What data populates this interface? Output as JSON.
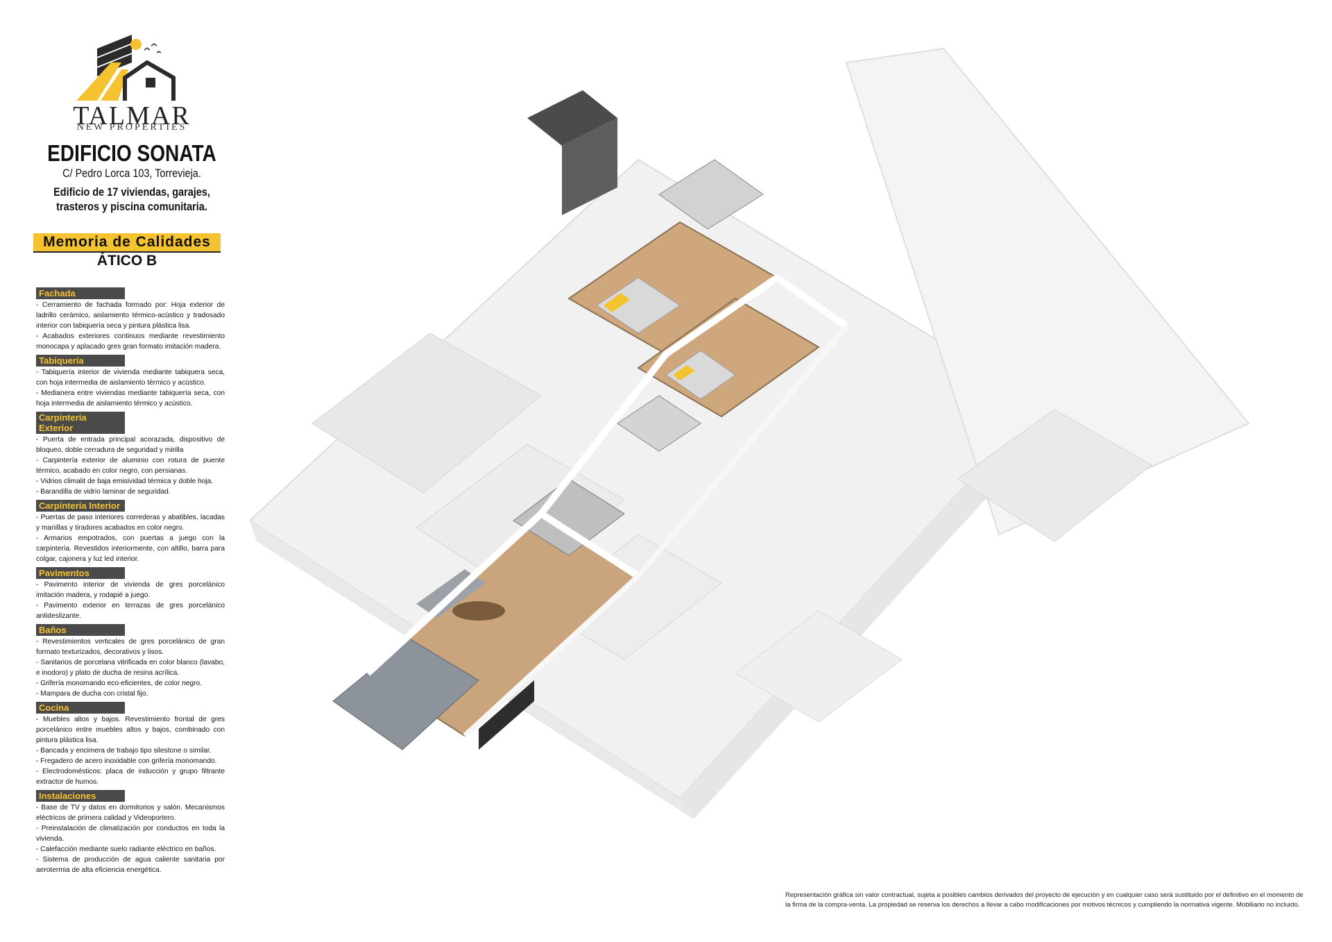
{
  "brand": {
    "name": "TALMAR",
    "subtitle": "NEW PROPERTIES"
  },
  "building": {
    "title": "EDIFICIO SONATA",
    "address": "C/ Pedro Lorca 103, Torrevieja.",
    "description_line1": "Edificio de 17 viviendas, garajes,",
    "description_line2": "trasteros y piscina comunitaria."
  },
  "banner": {
    "title": "Memoria de Calidades",
    "unit": "ÁTICO B"
  },
  "sections": [
    {
      "title": "Fachada",
      "items": [
        "- Cerramiento de fachada formado por: Hoja exterior de ladrillo cerámico, aislamiento térmico-acústico y tradosado interior con tabiquería seca y pintura plástica lisa.",
        "- Acabados exteriores continuos mediante revestimiento monocapa y aplacado gres gran formato imitación madera."
      ]
    },
    {
      "title": "Tabiquería",
      "items": [
        "- Tabiquería interior de vivienda mediante tabiquera seca, con hoja intermedia de aislamiento térmico y acústico.",
        "- Medianera entre viviendas mediante tabiquería seca, con hoja intermedia de aislamiento térmico y acústico."
      ]
    },
    {
      "title": "Carpintería Exterior",
      "items": [
        "- Puerta de entrada principal acorazada, dispositivo de bloqueo, doble cerradura de seguridad y mirilla",
        "- Carpintería exterior de aluminio con rotura de puente térmico, acabado en color negro, con persianas.",
        "- Vidrios climalit de baja emisividad térmica y doble hoja.",
        "- Barandilla de vidrio laminar de seguridad."
      ]
    },
    {
      "title": "Carpintería Interior",
      "items": [
        "- Puertas de paso interiores correderas y abatibles, lacadas y manillas y tiradores acabados en color negro.",
        "- Armarios empotrados, con puertas a juego con la carpintería. Revestidos interiormente, con altillo, barra para colgar, cajonera y luz led interior."
      ]
    },
    {
      "title": "Pavimentos",
      "items": [
        "- Pavimento interior de vivienda de gres porcelánico imitación madera, y rodapié a juego.",
        "- Pavimento exterior en terrazas de gres porcelánico antideslizante."
      ]
    },
    {
      "title": "Baños",
      "items": [
        "- Revestimientos verticales de gres porcelánico de gran formato texturizados, decorativos y lisos.",
        "- Sanitarios de porcelana vitrificada en color blanco (lavabo, e inodoro) y plato de ducha de resina acrílica.",
        "- Grifería monomando eco-eficientes, de color negro.",
        "- Mampara de ducha con cristal fijo."
      ]
    },
    {
      "title": "Cocina",
      "items": [
        "- Muebles altos y bajos. Revestimiento frontal de gres porcelánico entre muebles altos y bajos, combinado con pintura plástica lisa.",
        "- Bancada y encimera de trabajo tipo silestone o similar.",
        "- Fregadero de acero inoxidable con grifería monomando.",
        "- Electrodomésticos: placa de inducción y grupo filtrante extractor de humos."
      ]
    },
    {
      "title": "Instalaciones",
      "items": [
        "- Base de TV y datos en dormitorios y salón. Mecanismos eléctricos de primera calidad y Videoportero.",
        "- Preinstalación de climatización por conductos en toda la vivienda.",
        "- Calefacción mediante suelo radiante eléctrico en baños.",
        "- Sistema de producción de agua caliente sanitaria por aerotermia de alta eficiencia energética."
      ]
    }
  ],
  "disclaimer": "Representación gráfica sin valor contractual, sujeta a posibles cambios derivados del proyecto de ejecución y en cualquier caso será sustituido por el definitivo en el momento de la firma de la compra-venta. La propiedad se reserva los derechos a llevar a cabo modificaciones por motivos técnicos y cumpliendo la normativa vigente. Mobiliario no incluido.",
  "colors": {
    "accent": "#f5c230",
    "dark": "#4a4a4a",
    "wood": "#c9a47a"
  },
  "icons": [
    "talmar-logo-icon"
  ]
}
